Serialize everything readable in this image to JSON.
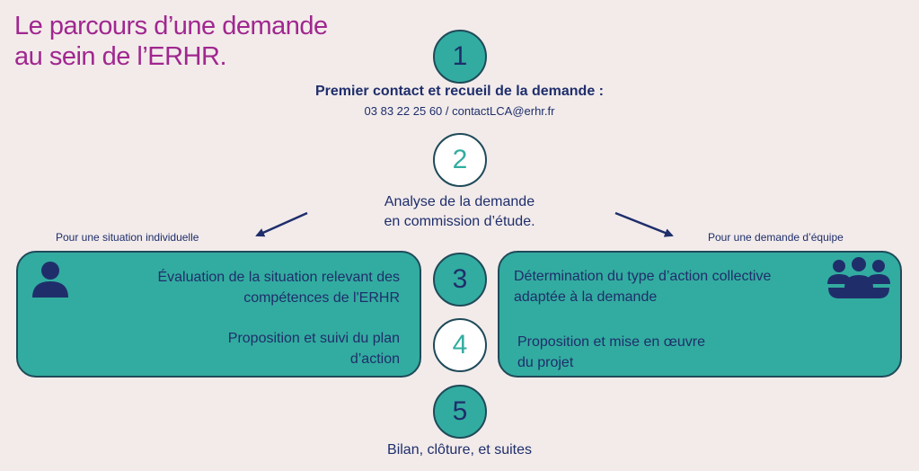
{
  "title": {
    "line1": "Le parcours d’une demande",
    "line2": "au sein de l’ERHR."
  },
  "steps": [
    {
      "number": "1",
      "label": "Premier contact et recueil de la demande :",
      "contact": "03 83 22 25 60 / contactLCA@erhr.fr"
    },
    {
      "number": "2",
      "line1": "Analyse de la demande",
      "line2": "en commission d’étude."
    },
    {
      "number": "3"
    },
    {
      "number": "4"
    },
    {
      "number": "5",
      "label": "Bilan, clôture, et suites"
    }
  ],
  "individual": {
    "heading": "Pour une situation individuelle",
    "step3_line1": "Évaluation de la situation relevant des",
    "step3_line2": "compétences de l'ERHR",
    "step4_line1": "Proposition et suivi du plan",
    "step4_line2": "d’action"
  },
  "team": {
    "heading": "Pour une demande d’équipe",
    "step3_line1": "Détermination du type d’action collective",
    "step3_line2": "adaptée à la demande",
    "step4_line1": "Proposition et mise en œuvre",
    "step4_line2": "du projet"
  },
  "colors": {
    "title": "#a0278f",
    "teal": "#32aca0",
    "navy": "#1f2e6b",
    "background": "#f2ebea"
  },
  "icons": {
    "individual": "person-icon",
    "team": "group-icon"
  }
}
